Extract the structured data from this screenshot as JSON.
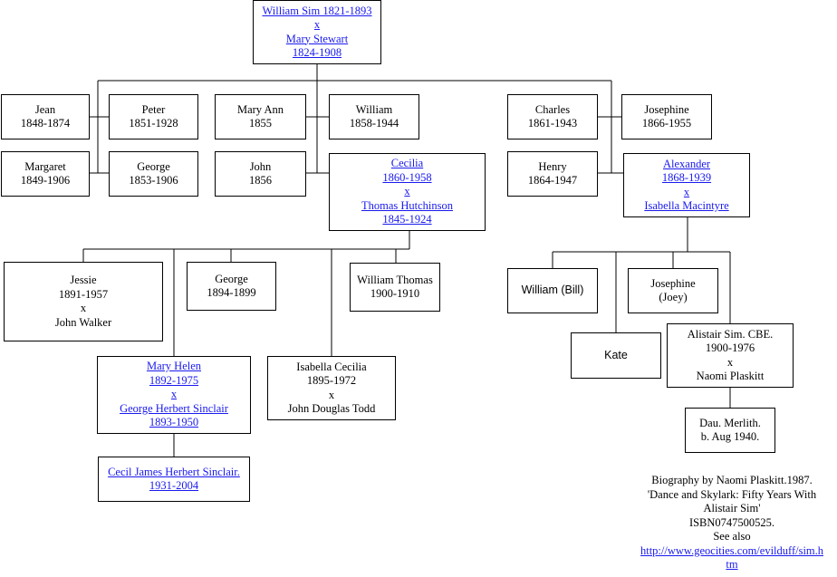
{
  "root": {
    "lines": [
      "William Sim 1821-1893",
      "x",
      "Mary Stewart",
      "1824-1908"
    ]
  },
  "children": {
    "jean": [
      "Jean",
      "1848-1874"
    ],
    "peter": [
      "Peter",
      "1851-1928"
    ],
    "mary_ann": [
      "Mary Ann",
      "1855"
    ],
    "william": [
      "William",
      "1858-1944"
    ],
    "charles": [
      "Charles",
      "1861-1943"
    ],
    "josephine": [
      "Josephine",
      "1866-1955"
    ],
    "margaret": [
      "Margaret",
      "1849-1906"
    ],
    "george": [
      "George",
      "1853-1906"
    ],
    "john": [
      "John",
      "1856"
    ],
    "cecilia": [
      "Cecilia",
      "1860-1958",
      "x",
      "Thomas Hutchinson",
      "1845-1924"
    ],
    "henry": [
      "Henry",
      "1864-1947"
    ],
    "alexander": [
      "Alexander",
      "1868-1939",
      "x",
      "Isabella Macintyre"
    ]
  },
  "cecilia_children": {
    "jessie": [
      "Jessie",
      "1891-1957",
      "x",
      "John Walker"
    ],
    "george": [
      "George",
      "1894-1899"
    ],
    "william_thomas": [
      "William Thomas",
      "1900-1910"
    ],
    "mary_helen": [
      "Mary Helen",
      "1892-1975",
      "x",
      "George Herbert Sinclair",
      "1893-1950"
    ],
    "isabella_cecilia": [
      "Isabella Cecilia",
      "1895-1972",
      "x",
      "John Douglas Todd"
    ],
    "cecil": [
      "Cecil James Herbert Sinclair.",
      "1931-2004"
    ]
  },
  "alexander_children": {
    "william_bill": [
      "William (Bill)"
    ],
    "josephine_joey": [
      "Josephine",
      "(Joey)"
    ],
    "kate": [
      "Kate"
    ],
    "alistair": [
      "Alistair Sim. CBE.",
      "1900-1976",
      "x",
      "Naomi Plaskitt"
    ],
    "merlith": [
      "Dau. Merlith.",
      "b. Aug 1940."
    ]
  },
  "note": {
    "lines": [
      "Biography by Naomi Plaskitt.1987.",
      "'Dance and Skylark: Fifty Years With",
      "Alistair Sim'",
      "ISBN0747500525.",
      "See also"
    ],
    "link_lines": [
      "http://www.geocities.com/evilduff/sim.h",
      "tm"
    ]
  },
  "colors": {
    "link": "#1a1aee",
    "border": "#000000",
    "background": "#ffffff"
  }
}
